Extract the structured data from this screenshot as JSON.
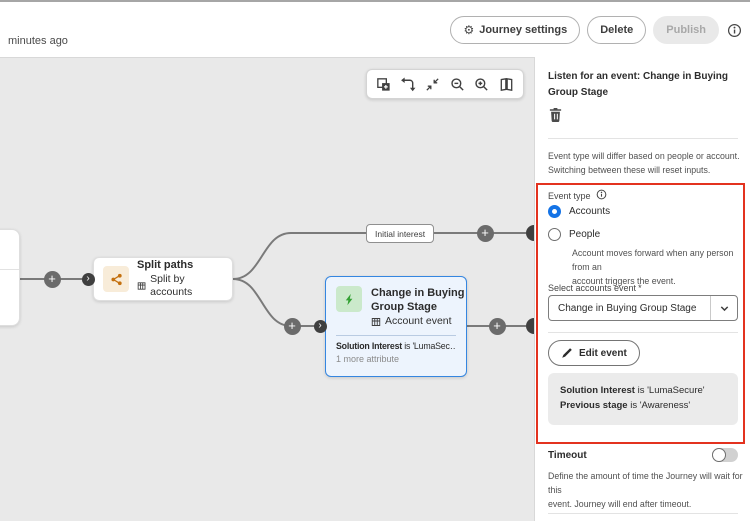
{
  "topbar": {
    "saved_status": "minutes ago",
    "journey_settings_label": "Journey settings",
    "delete_label": "Delete",
    "publish_label": "Publish"
  },
  "canvas_toolbar": {
    "icons": [
      "add-node",
      "rearrange-paths",
      "fit-to-screen",
      "zoom-out",
      "zoom-in",
      "minimap"
    ]
  },
  "canvas": {
    "path_label": "Initial interest",
    "split_node": {
      "title": "Split paths",
      "subtitle": "Split by accounts"
    },
    "event_node": {
      "title": "Change in Buying Group Stage",
      "subtitle": "Account event",
      "attribute_bold": "Solution Interest",
      "attribute_rest": " is 'LumaSec…",
      "more_label": "1 more attribute"
    }
  },
  "panel": {
    "title": "Listen for an event: Change in Buying\nGroup Stage",
    "description": "Event type will differ based on people or account.\nSwitching between these will reset inputs.",
    "event_type_label": "Event type",
    "radios": [
      {
        "label": "Accounts",
        "selected": true
      },
      {
        "label": "People",
        "selected": false
      }
    ],
    "people_helper": "Account moves forward when any person from an\naccount triggers the event.",
    "select_label": "Select accounts event",
    "required_marker": "*",
    "select_value": "Change in Buying Group Stage",
    "edit_event_label": "Edit event",
    "summary": [
      {
        "bold": "Solution Interest",
        "rest": " is 'LumaSecure'"
      },
      {
        "bold": "Previous stage",
        "rest": " is 'Awareness'"
      }
    ],
    "timeout_label": "Timeout",
    "timeout_enabled": false,
    "timeout_description": "Define the amount of time the Journey will wait for this\nevent. Journey will end after timeout."
  },
  "icons": {
    "plus": "+",
    "chevron_right": "›",
    "gear": "⚙"
  },
  "colors": {
    "accent_blue": "#1473e6",
    "selected_node_border": "#3586e0",
    "selected_node_bg": "#edf4fd",
    "annotation_red": "#e3321f",
    "event_icon_green": "#33a133",
    "split_icon_orange": "#c4700e",
    "canvas_bg": "#e9e9e9"
  }
}
